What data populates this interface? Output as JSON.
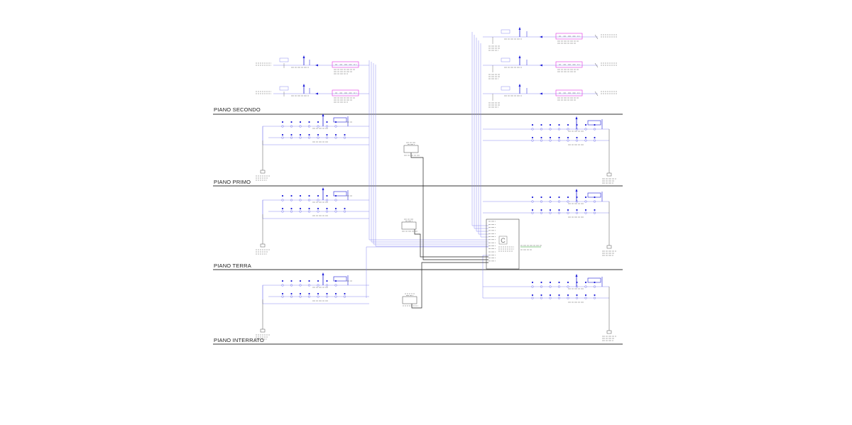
{
  "floors": [
    {
      "id": "secondo",
      "label": "PIANO SECONDO"
    },
    {
      "id": "primo",
      "label": "PIANO PRIMO"
    },
    {
      "id": "terra",
      "label": "PIANO TERRA"
    },
    {
      "id": "interrato",
      "label": "PIANO INTERRATO"
    }
  ],
  "central_panel": {
    "symbol": "C"
  },
  "colors": {
    "bus_line": "#8a8af0",
    "device_blue": "#1f1fd8",
    "magenta_box": "#e02fe0",
    "wiring_black": "#222222",
    "green_note": "#1a9a1a",
    "floor_line": "#333333"
  }
}
